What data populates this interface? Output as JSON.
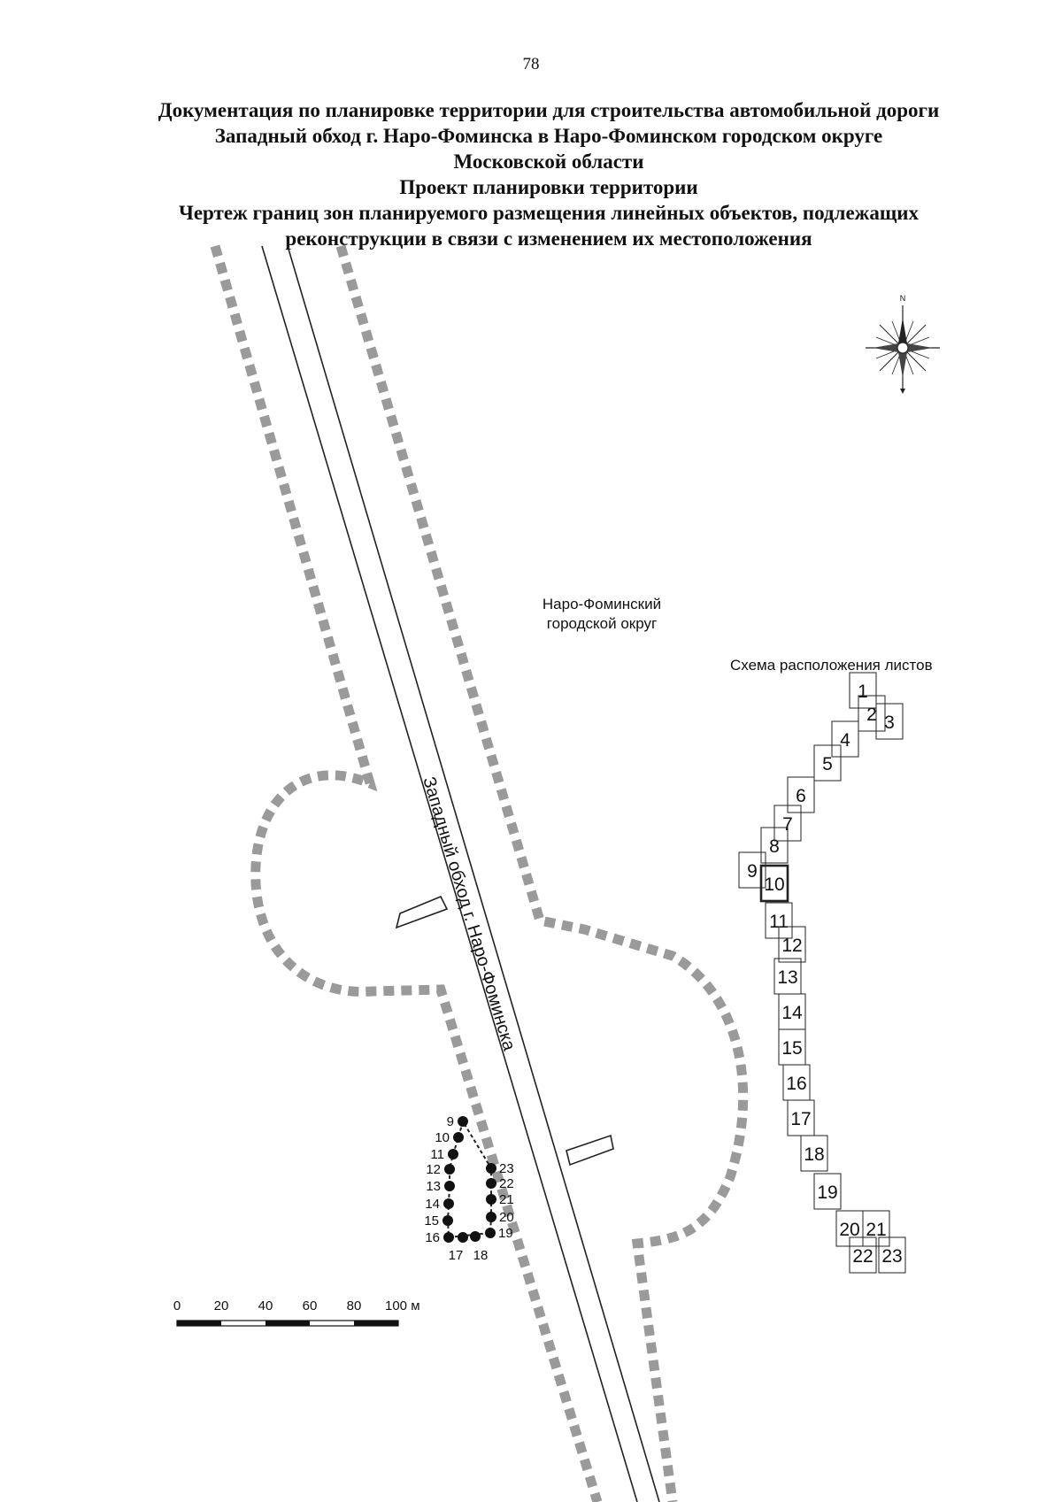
{
  "page_number": "78",
  "title_lines": [
    "Документация по планировке территории для строительства автомобильной дороги",
    "Западный обход г. Наро-Фоминска в Наро-Фоминском городском округе",
    "Московской области",
    "Проект планировки территории",
    "Чертеж границ зон планируемого размещения линейных объектов, подлежащих",
    "реконструкции в связи с изменением их местоположения"
  ],
  "north_label": "N",
  "district_label": [
    "Наро-Фоминский",
    "городской округ"
  ],
  "road_label": "Западный обход г. Наро-Фоминска",
  "scale_labels": [
    "0",
    "20",
    "40",
    "60",
    "80",
    "100 м"
  ],
  "sheet_scheme": {
    "title": "Схема расположения листов",
    "sheets": [
      "1",
      "2",
      "3",
      "4",
      "5",
      "6",
      "7",
      "8",
      "9",
      "10",
      "11",
      "12",
      "13",
      "14",
      "15",
      "16",
      "17",
      "18",
      "19",
      "20",
      "21",
      "22",
      "23"
    ],
    "current_sheet": "10"
  },
  "boundary_points": {
    "left_labels": [
      "9",
      "10",
      "11",
      "12",
      "13",
      "14",
      "15",
      "16"
    ],
    "right_labels": [
      "23",
      "22",
      "21",
      "20",
      "19"
    ],
    "bottom_labels": [
      "17",
      "18"
    ]
  },
  "colors": {
    "ink": "#111111",
    "dash": "#9a9a9a",
    "line": "#222222"
  }
}
